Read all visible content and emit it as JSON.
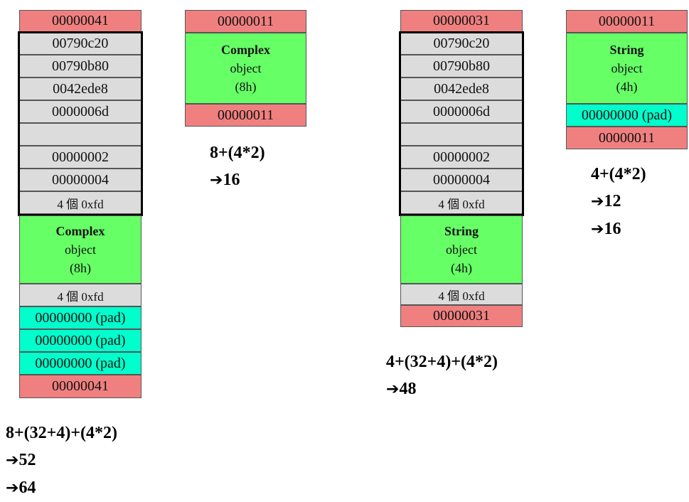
{
  "col1": {
    "header": "00000041",
    "rows": [
      "00790c20",
      "00790b80",
      "0042ede8",
      "0000006d",
      "",
      "00000002",
      "00000004",
      "4 個 0xfd"
    ],
    "object": {
      "name": "Complex",
      "word": "object",
      "size": "(8h)"
    },
    "fd": "4 個 0xfd",
    "pads": [
      "00000000 (pad)",
      "00000000 (pad)",
      "00000000 (pad)"
    ],
    "footer": "00000041",
    "formula": {
      "expr": "8+(32+4)+(4*2)",
      "results": [
        "52",
        "64"
      ]
    }
  },
  "col2": {
    "header": "00000011",
    "object": {
      "name": "Complex",
      "word": "object",
      "size": "(8h)"
    },
    "footer": "00000011",
    "formula": {
      "expr": "8+(4*2)",
      "results": [
        "16"
      ]
    }
  },
  "col3": {
    "header": "00000031",
    "rows": [
      "00790c20",
      "00790b80",
      "0042ede8",
      "0000006d",
      "",
      "00000002",
      "00000004",
      "4 個 0xfd"
    ],
    "object": {
      "name": "String",
      "word": "object",
      "size": "(4h)"
    },
    "fd": "4 個 0xfd",
    "footer": "00000031",
    "formula": {
      "expr": "4+(32+4)+(4*2)",
      "results": [
        "48"
      ]
    }
  },
  "col4": {
    "header": "00000011",
    "object": {
      "name": "String",
      "word": "object",
      "size": "(4h)"
    },
    "pad": "00000000 (pad)",
    "footer": "00000011",
    "formula": {
      "expr": "4+(4*2)",
      "results": [
        "12",
        "16"
      ]
    }
  },
  "arrow_glyph": "➔",
  "colors": {
    "red": "#f08080",
    "gray": "#dcdcdc",
    "green": "#66ff66",
    "cyan": "#00ffcc"
  }
}
